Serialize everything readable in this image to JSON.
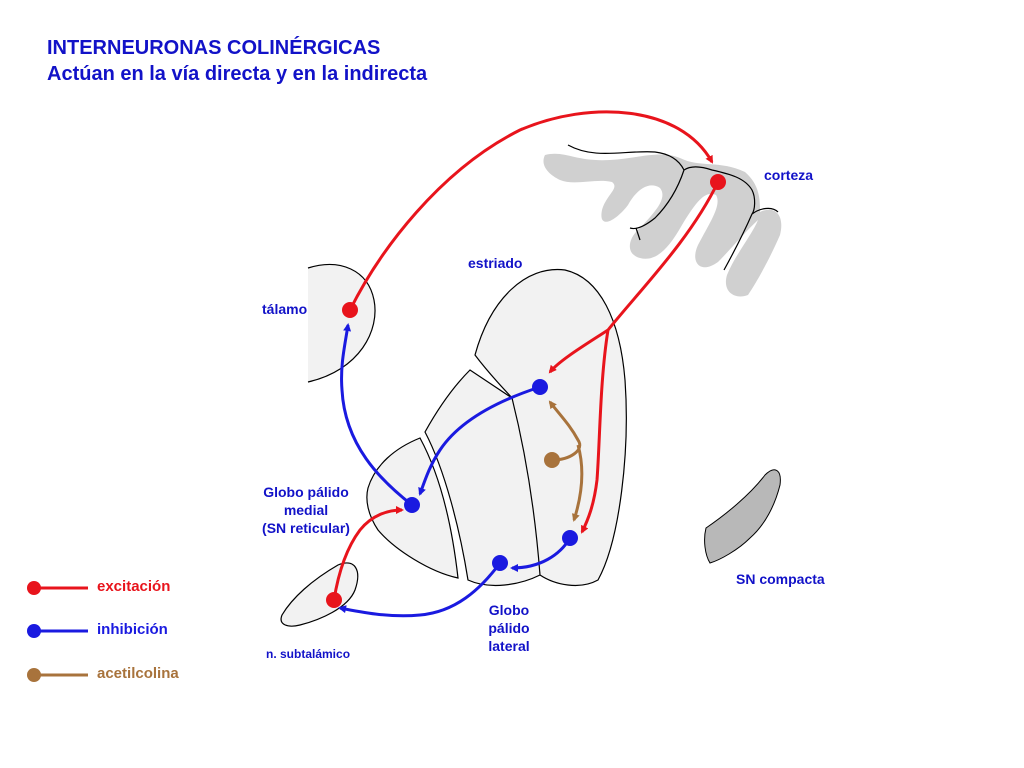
{
  "title": {
    "line1": "INTERNEURONAS COLINÉRGICAS",
    "line2": "Actúan en la vía directa y en la indirecta"
  },
  "regions": {
    "corteza": "corteza",
    "estriado": "estriado",
    "talamo": "tálamo",
    "gp_medial": [
      "Globo pálido",
      "medial",
      "(SN reticular)"
    ],
    "gp_lateral": [
      "Globo",
      "pálido",
      "lateral"
    ],
    "sn_compacta": "SN compacta",
    "subtalamico": "n. subtalámico"
  },
  "legend": [
    {
      "label": "excitación",
      "color": "#e8141c"
    },
    {
      "label": "inhibición",
      "color": "#1a1ae0"
    },
    {
      "label": "acetilcolina",
      "color": "#a8733c"
    }
  ],
  "colors": {
    "excitation": "#e8141c",
    "inhibition": "#1a1ae0",
    "acetylcholine": "#a8733c",
    "label_blue": "#1212c8",
    "tissue": "#d0d0d0",
    "tissue_light": "#f2f2f2",
    "sn_compacta": "#b8b8b8"
  }
}
